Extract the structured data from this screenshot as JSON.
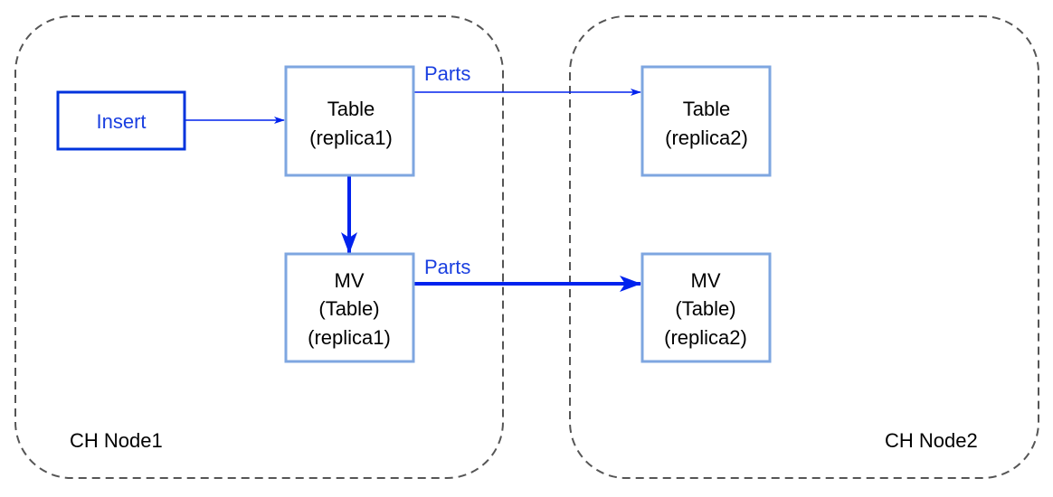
{
  "colors": {
    "box_border": "#7ea6e0",
    "insert_border": "#0033dd",
    "insert_text": "#1a3fe0",
    "arrow": "#0022ee",
    "edge_label": "#1a3fe0",
    "container_border": "#555555"
  },
  "containers": [
    {
      "id": "node1",
      "label": "CH Node1"
    },
    {
      "id": "node2",
      "label": "CH Node2"
    }
  ],
  "boxes": {
    "insert": {
      "lines": [
        "Insert"
      ]
    },
    "table1": {
      "lines": [
        "Table",
        "(replica1)"
      ]
    },
    "table2": {
      "lines": [
        "Table",
        "(replica2)"
      ]
    },
    "mv1": {
      "lines": [
        "MV",
        "(Table)",
        "(replica1)"
      ]
    },
    "mv2": {
      "lines": [
        "MV",
        "(Table)",
        "(replica2)"
      ]
    }
  },
  "edges": [
    {
      "from": "insert",
      "to": "table1",
      "label": ""
    },
    {
      "from": "table1",
      "to": "table2",
      "label": "Parts"
    },
    {
      "from": "table1",
      "to": "mv1",
      "label": ""
    },
    {
      "from": "mv1",
      "to": "mv2",
      "label": "Parts"
    }
  ]
}
